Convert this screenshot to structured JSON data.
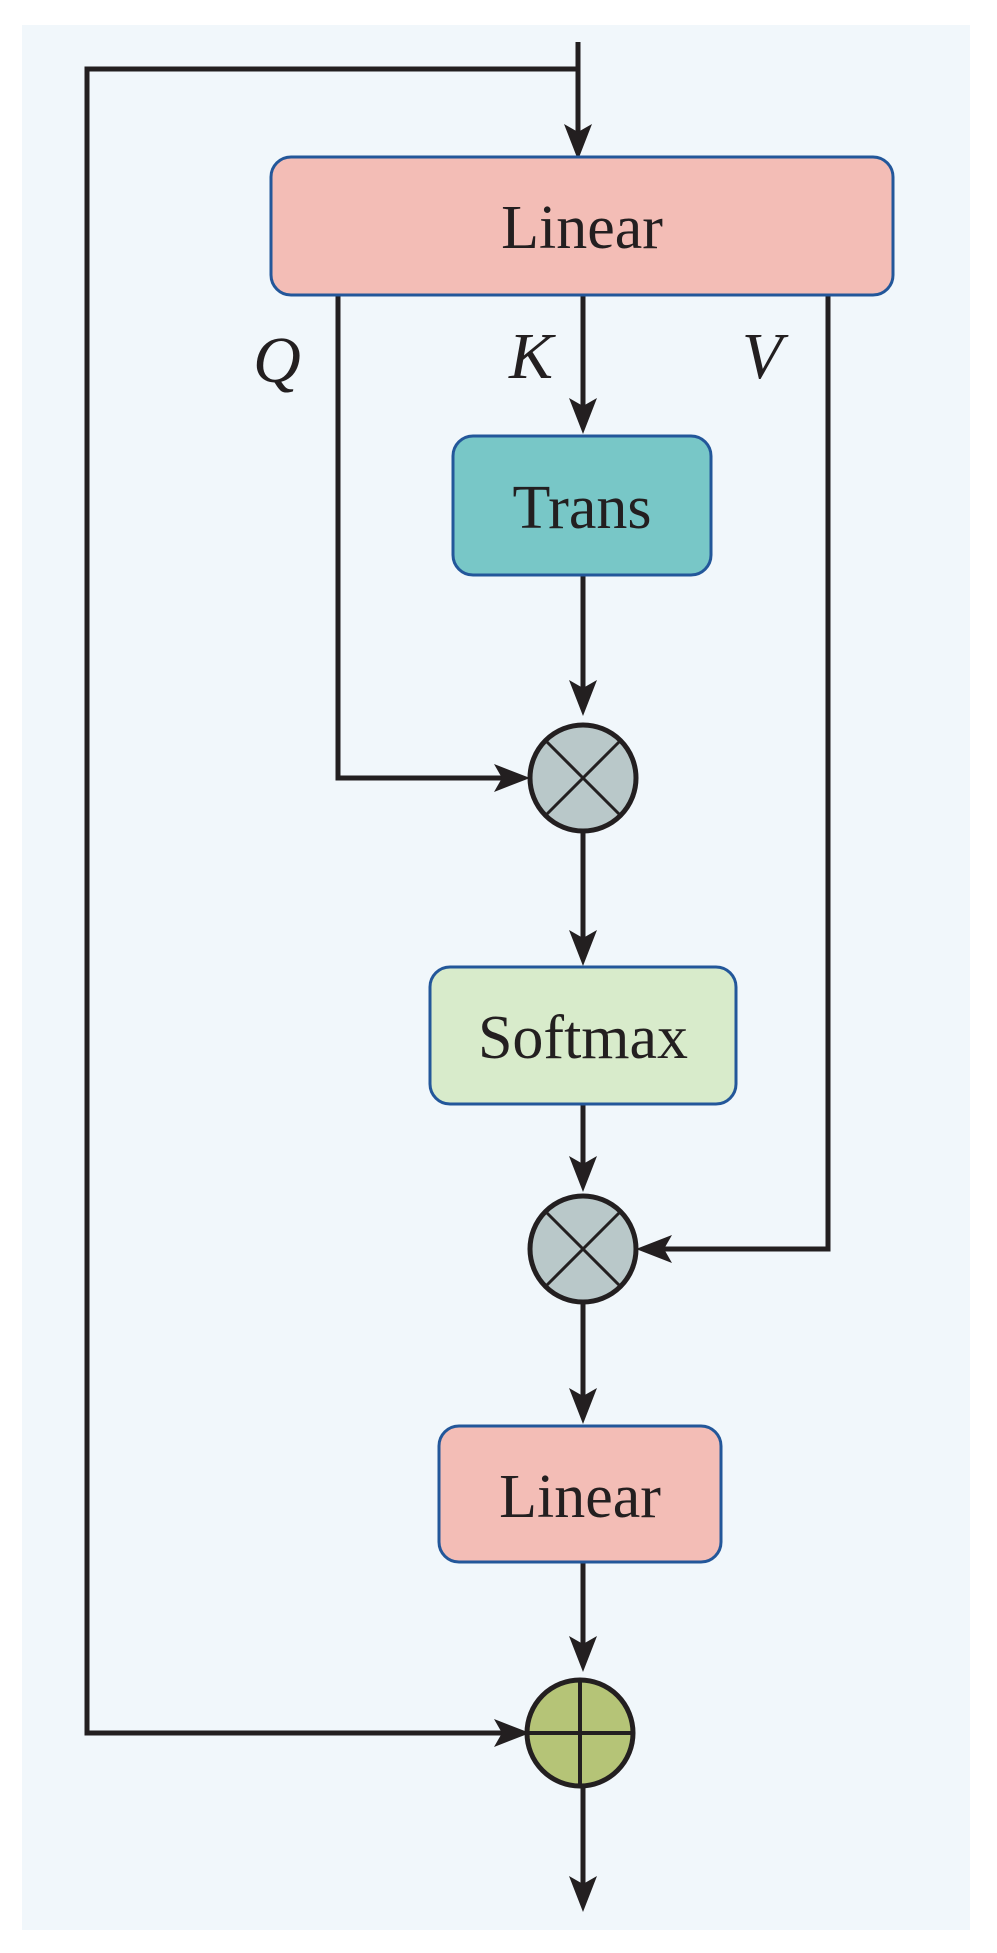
{
  "colors": {
    "background": "#f1f7fb",
    "linear_fill": "#f3bdb6",
    "trans_fill": "#78c7c7",
    "softmax_fill": "#d8ebcb",
    "box_border": "#23579a",
    "multiply_fill": "#b9c8c9",
    "add_fill": "#b5c477",
    "line": "#231f20"
  },
  "blocks": {
    "linear_top": "Linear",
    "trans": "Trans",
    "softmax": "Softmax",
    "linear_bottom": "Linear"
  },
  "edge_labels": {
    "q": "Q",
    "k": "K",
    "v": "V"
  },
  "operators": {
    "multiply_1": "multiply-icon",
    "multiply_2": "multiply-icon",
    "add": "add-icon"
  }
}
